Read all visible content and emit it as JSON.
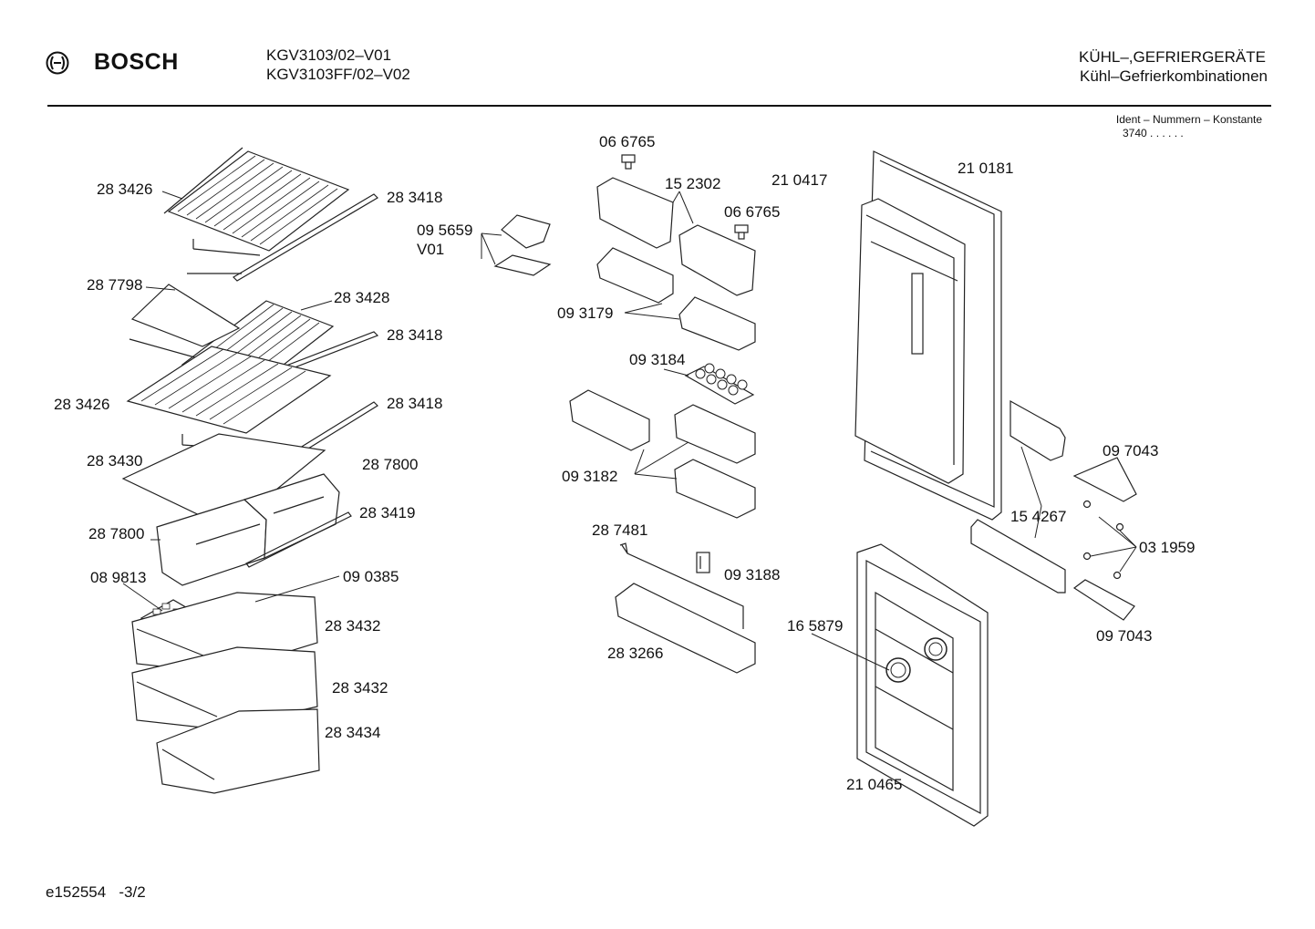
{
  "header": {
    "brand": "BOSCH",
    "models": [
      "KGV3103/02–V01",
      "KGV3103FF/02–V02"
    ],
    "category": "KÜHL–,GEFRIERGERÄTE",
    "subcategory": "Kühl–Gefrierkombinationen",
    "ident_title": "Ident – Nummern – Konstante",
    "ident_value": "3740  .  .    .  .  .  ."
  },
  "footer": {
    "doc_id": "e152554   -3/2"
  },
  "labels": {
    "p283426a": "28 3426",
    "p283418a": "28 3418",
    "p095659": "09 5659",
    "pV01": "V01",
    "p287798": "28 7798",
    "p283428": "28 3428",
    "p283418b": "28 3418",
    "p283426b": "28 3426",
    "p283418c": "28 3418",
    "p283430": "28 3430",
    "p287800a": "28 7800",
    "p283419": "28 3419",
    "p287800b": "28 7800",
    "p089813": "08 9813",
    "p090385": "09 0385",
    "p283432a": "28 3432",
    "p283432b": "28 3432",
    "p283434": "28 3434",
    "p066765a": "06 6765",
    "p152302": "15 2302",
    "p210417": "21 0417",
    "p066765b": "06 6765",
    "p093179": "09 3179",
    "p093184": "09 3184",
    "p093182": "09 3182",
    "p287481": "28 7481",
    "p093188": "09 3188",
    "p283266": "28 3266",
    "p210181": "21 0181",
    "p097043a": "09 7043",
    "p154267": "15 4267",
    "p031959": "03 1959",
    "p097043b": "09 7043",
    "p165879": "16 5879",
    "p210465": "21 0465"
  }
}
